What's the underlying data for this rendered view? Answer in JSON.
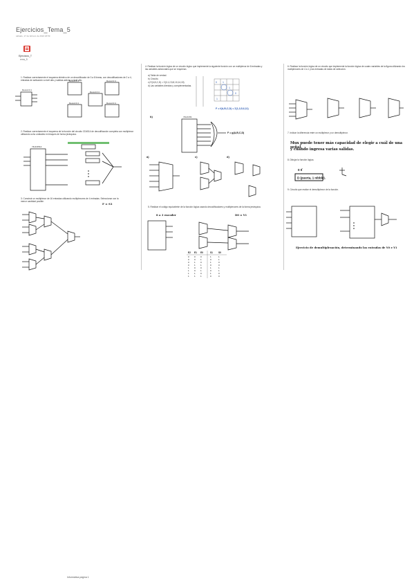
{
  "document": {
    "title": "Ejercicios_Tema_5",
    "meta": "sábado, 17 de febrero de 2024   18:59",
    "attachment": {
      "icon": "pdf-icon",
      "filename": "Ejercicios_T",
      "size": "ema_5"
    },
    "footer": "Informática página 1"
  },
  "column1": {
    "p1": "1. Realizar correctamente el esquema eléctrico de un decodificador de 3 a 8 líneas, con decodificadores de 2 a 4, entradas de activación a nivel alto y salidas activas a nivel alto.",
    "chip_labels": [
      "Decod 2:4",
      "Decod 2:4",
      "Decod 2:4",
      "Decod 2:4",
      "Decod 2:4",
      "Decod 2:4"
    ],
    "p2": "2. Realizar correctamente el esquema de la función del circuito CD4514 de decodificación completa con multiplexor utilizando ocho unidades en bloques de forma jerárquica.",
    "chip_label": "74HC4514",
    "p3": "3. Construir un multiplexor de 16 entradas utilizando multiplexores de 4 entradas. Seleccionar con la menor cantidad posible.",
    "formula": "F = S1"
  },
  "column2": {
    "p1": "4. Realizar la función lógica de un circuito lógico que implemente la siguiente función con un multiplexor de 8 entradas y las variables adicionales que se requieran.",
    "items": [
      "a) Tabla de verdad.",
      "b) Circuito.",
      "c) F(A,B,C,D) = Σ(0,1,2,5,8,10,14,15)",
      "d) Las variables directas y complementadas."
    ],
    "kmap_formula": "F = f(A,B,C,D) = Σ(1,3,5,6,11)",
    "func_label": "F = g(A,B,C,D)",
    "labels": [
      "a)",
      "b)",
      "c)",
      "d)"
    ],
    "p2": "5. Realizar el código equivalente de la función lógica usando decodificadores y multiplexores de la forma jerárquica.",
    "enc_label": "8 a 3 encoder",
    "fn_label": "D0 = Y1",
    "table_header": [
      "E2",
      "E1",
      "E0",
      "S1",
      "S0"
    ],
    "table_rows": [
      [
        "0",
        "0",
        "0",
        "1",
        "1"
      ],
      [
        "0",
        "0",
        "1",
        "0",
        "1"
      ],
      [
        "0",
        "1",
        "0",
        "1",
        "0"
      ],
      [
        "0",
        "1",
        "1",
        "0",
        "0"
      ],
      [
        "1",
        "0",
        "0",
        "1",
        "1"
      ],
      [
        "1",
        "0",
        "1",
        "0",
        "1"
      ],
      [
        "1",
        "1",
        "0",
        "1",
        "0"
      ],
      [
        "1",
        "1",
        "1",
        "0",
        "0"
      ]
    ]
  },
  "column3": {
    "p1": "6. Realizar la función lógica de un circuito que implemente la función lógica de cuatro variables de la figura utilizando los multiplexores de 4 a 1 y las entradas de datos de selección.",
    "p2": "7. Indicar la diferencia entre un multiplexor y un demultiplexor.",
    "hand1": "Mux puede tener más capacidad de elegir a cuál de una señal,",
    "hand2": "y cuando ingresa varias salidas.",
    "p3": "8. Dibujar la función lógica.",
    "hand3": "D (puerta, 1 nibble).",
    "p4": "9. Circuito que realice el demultiplexor de la función.",
    "hand4": "Ejercicio de demultiplexación, determinando las entradas de Y0 e Y1"
  }
}
